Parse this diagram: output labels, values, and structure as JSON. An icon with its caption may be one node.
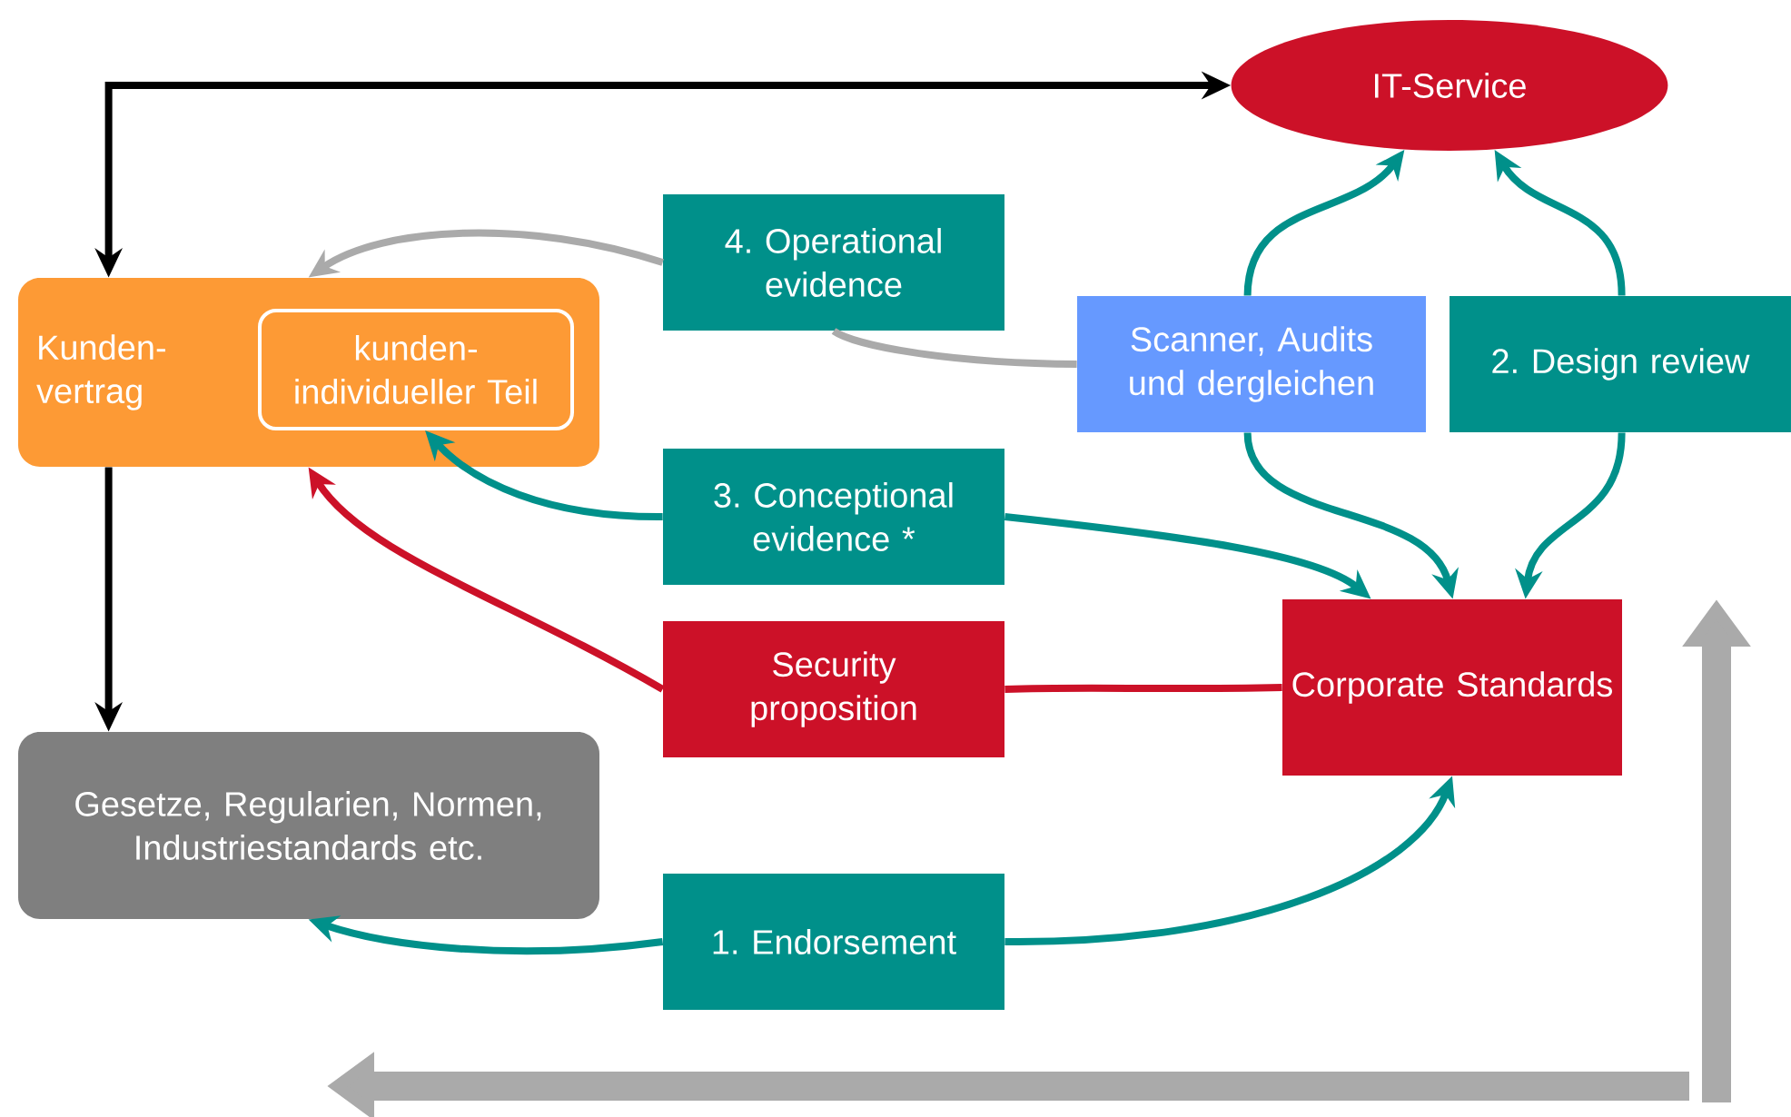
{
  "diagram": {
    "nodes": [
      {
        "text": [
          "IT-Service"
        ]
      },
      {
        "text": [
          "Kunden- vertrag"
        ]
      },
      {
        "text": [
          "kunden- individueller Teil"
        ],
        "in": 1
      },
      {
        "text": [
          "4. Operational evidence"
        ]
      },
      {
        "text": [
          "Scanner, Audits und dergleichen"
        ]
      },
      {
        "text": [
          "2. Design review"
        ]
      },
      {
        "text": [
          "3. Conceptional evidence *"
        ]
      },
      {
        "text": [
          "Security proposition"
        ]
      },
      {
        "text": [
          "Corporate Standards"
        ]
      },
      {
        "text": [
          "Gesetze, Regularien, Normen, Industriestandards etc."
        ]
      },
      {
        "text": [
          "1. Endorsement"
        ]
      }
    ],
    "edges": [
      {
        "from": 1,
        "to": 0,
        "arrow": "both",
        "color": "#000000"
      },
      {
        "from": 1,
        "to": 9,
        "arrow": "to",
        "color": "#000000"
      },
      {
        "from": 3,
        "to": 1,
        "arrow": "to",
        "color": "#aaaaaa"
      },
      {
        "from": 4,
        "to": 3,
        "arrow": "none",
        "color": "#aaaaaa"
      },
      {
        "from": 4,
        "to": 0,
        "arrow": "to"
      },
      {
        "from": 4,
        "to": 8,
        "arrow": "to"
      },
      {
        "from": 5,
        "to": 0,
        "arrow": "to"
      },
      {
        "from": 5,
        "to": 8,
        "arrow": "to"
      },
      {
        "from": 6,
        "to": 2,
        "arrow": "to"
      },
      {
        "from": 6,
        "to": 8,
        "arrow": "to"
      },
      {
        "from": 8,
        "to": 7,
        "arrow": "none",
        "color": "#cc1128"
      },
      {
        "from": 7,
        "to": 1,
        "arrow": "to",
        "color": "#cc1128"
      },
      {
        "from": 10,
        "to": 9,
        "arrow": "to"
      },
      {
        "from": 10,
        "to": 8,
        "arrow": "to"
      }
    ]
  }
}
